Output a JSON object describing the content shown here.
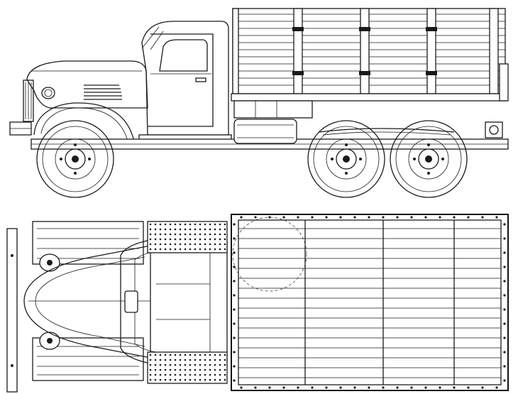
{
  "drawing": {
    "views": [
      "side",
      "top"
    ],
    "style": "line-art blueprint",
    "line_color": "#1a1a1a",
    "background": "#ffffff"
  }
}
